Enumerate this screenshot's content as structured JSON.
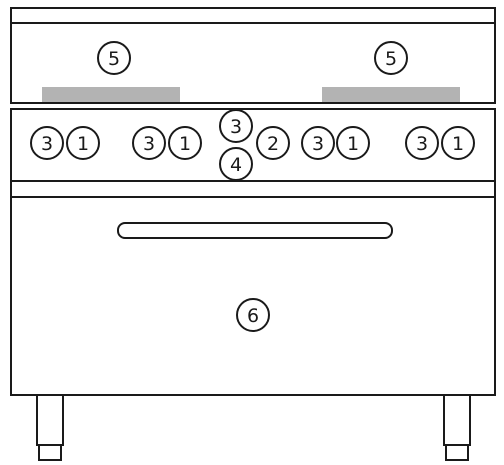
{
  "colors": {
    "line": "#1a1a1a",
    "background": "#ffffff",
    "grill_strip": "#b3b3b3"
  },
  "callouts": {
    "top_left": "5",
    "top_right": "5",
    "knob1_left": "3",
    "knob1_right": "1",
    "knob2_left": "3",
    "knob2_right": "1",
    "center_top": "3",
    "center_bottom": "4",
    "center_right": "2",
    "knob3_left": "3",
    "knob3_right": "1",
    "knob4_left": "3",
    "knob4_right": "1",
    "oven": "6"
  }
}
